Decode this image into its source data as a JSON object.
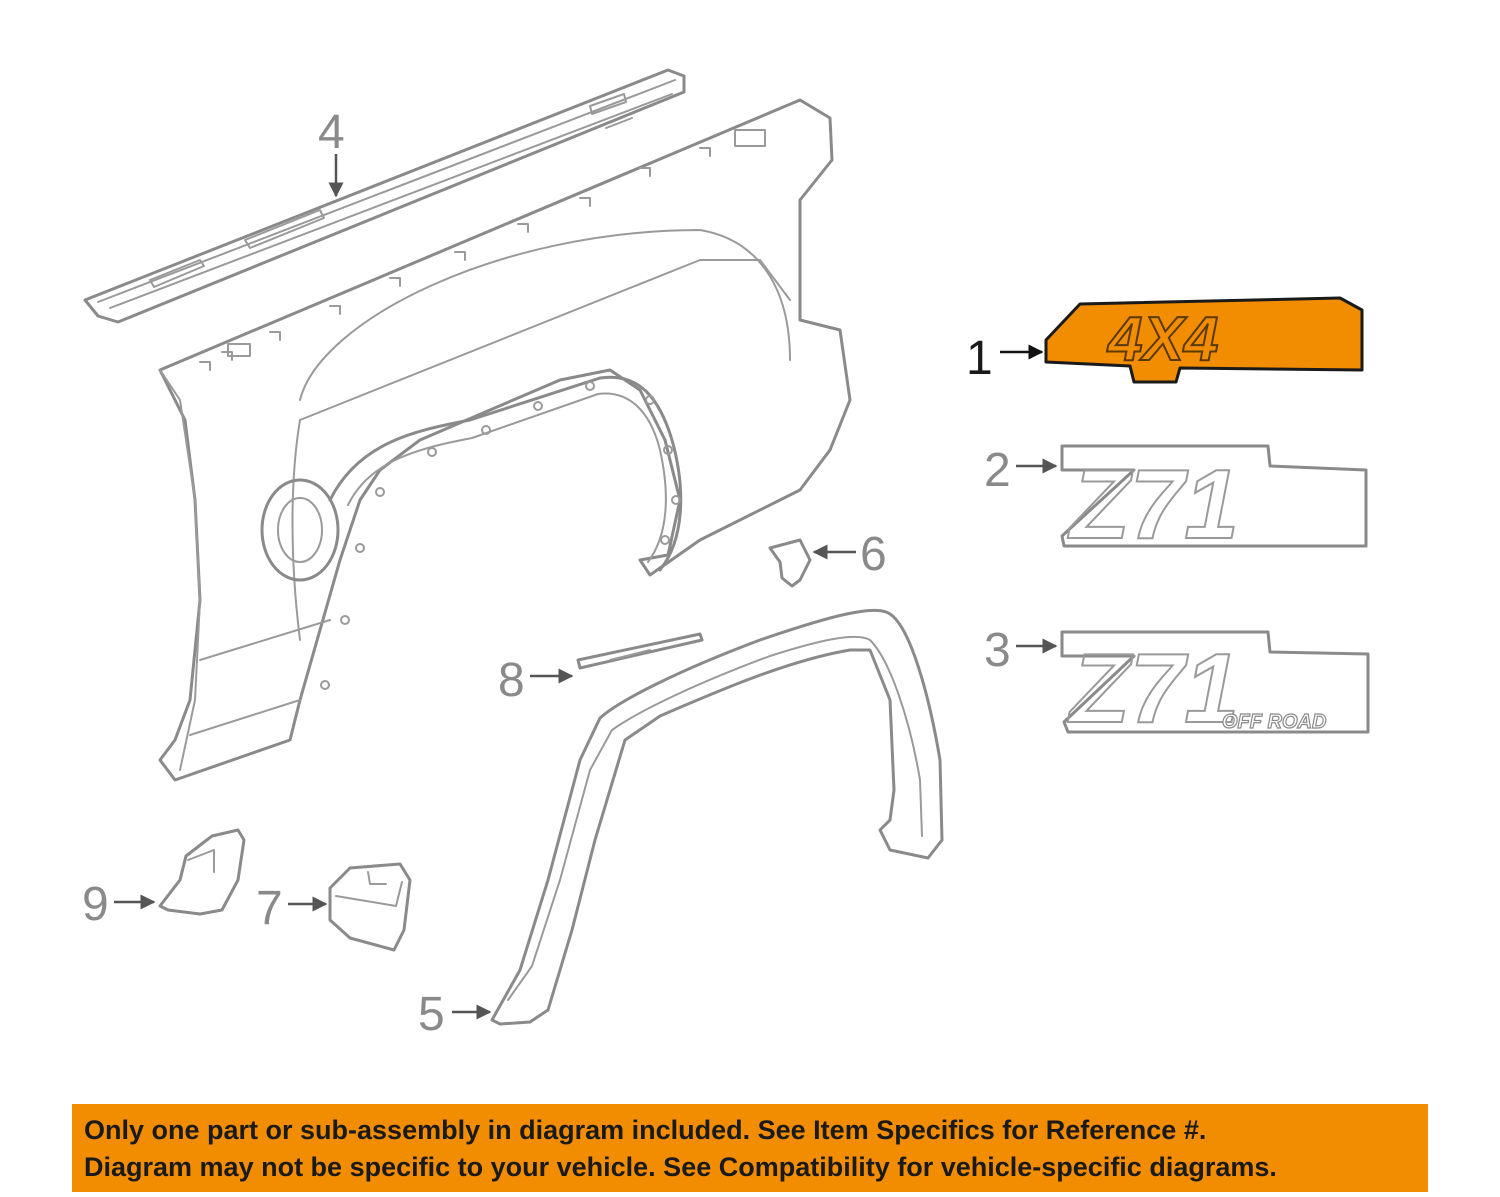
{
  "diagram": {
    "accent_color": "#f28c00",
    "line_color": "#8a8a8a",
    "highlighted_part": "1",
    "callouts": {
      "c1": "1",
      "c2": "2",
      "c3": "3",
      "c4": "4",
      "c5": "5",
      "c6": "6",
      "c7": "7",
      "c8": "8",
      "c9": "9"
    },
    "emblems": {
      "emblem1_text": "4X4",
      "emblem2_text": "Z71",
      "emblem3_text": "Z71",
      "emblem3_subtext": "OFF ROAD"
    }
  },
  "disclaimer": {
    "line1": "Only one part or sub-assembly in diagram included. See Item Specifics for Reference #.",
    "line2": "Diagram may not be specific to your vehicle. See Compatibility for vehicle-specific diagrams."
  }
}
